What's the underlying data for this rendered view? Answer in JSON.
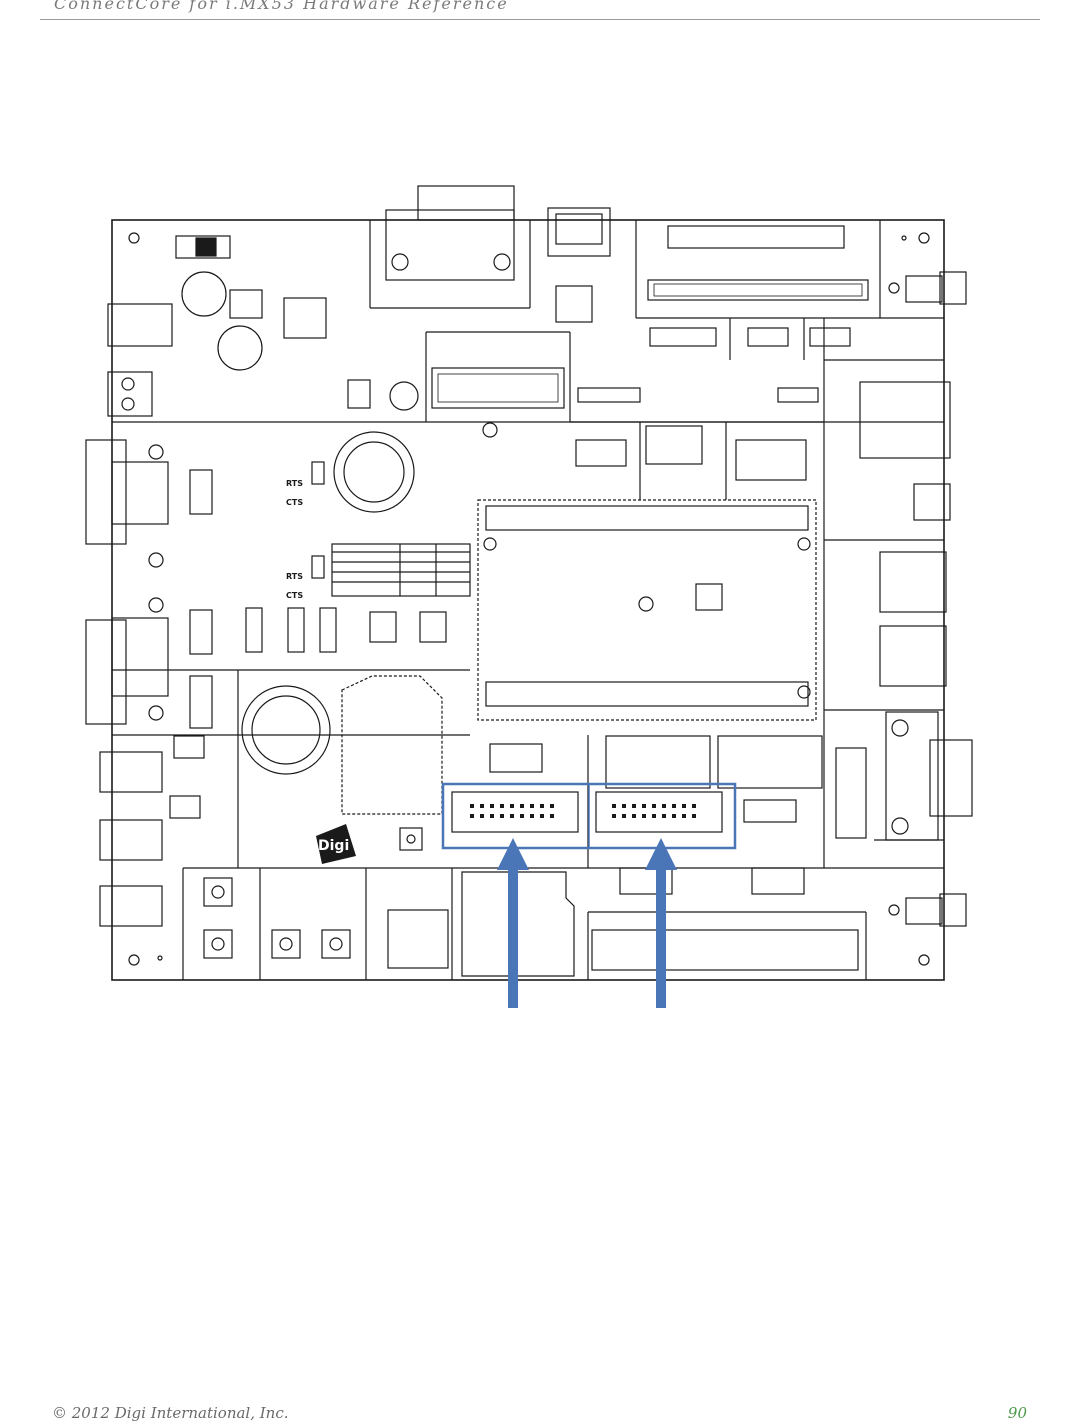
{
  "header": {
    "title": "ConnectCore for i.MX53 Hardware Reference"
  },
  "board": {
    "labels": {
      "rts": "RTS",
      "cts": "CTS",
      "logo": "Digi"
    },
    "highlight_color": "#4a76b8"
  },
  "footer": {
    "copyright": "© 2012 Digi International, Inc.",
    "page_number": "90"
  }
}
